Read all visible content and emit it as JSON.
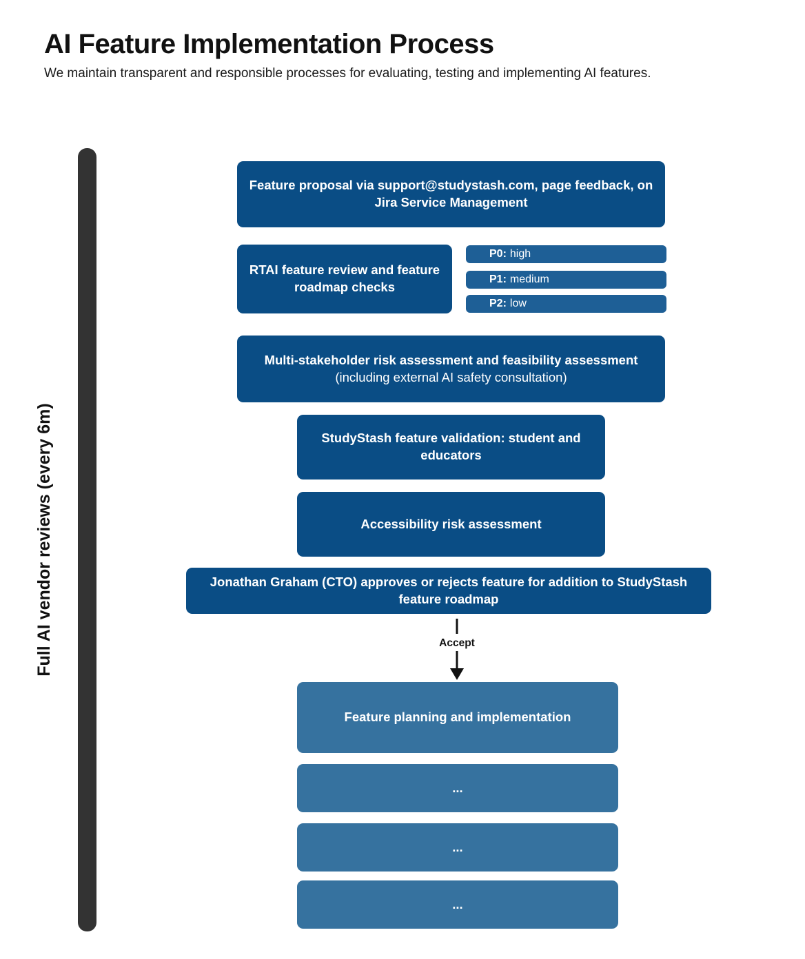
{
  "header": {
    "title": "AI Feature Implementation Process",
    "subtitle": "We maintain transparent and responsible processes for evaluating, testing and implementing AI features."
  },
  "review_bar": {
    "label": "Full AI vendor reviews (every 6m)",
    "color": "#333333"
  },
  "colors": {
    "dark_blue": "#0a4d85",
    "light_blue": "#36729f",
    "badge_blue": "#1e5f96",
    "text_on_box": "#ffffff",
    "page_background": "#ffffff"
  },
  "flow": {
    "steps": [
      {
        "id": "proposal",
        "bold": "Feature proposal via support@studystash.com, page feedback, on Jira Service Management",
        "regular": "",
        "shade": "dark"
      },
      {
        "id": "rtai",
        "bold": "RTAI feature review and feature roadmap checks",
        "regular": "",
        "shade": "dark"
      },
      {
        "id": "risk",
        "bold": "Multi-stakeholder risk assessment and feasibility assessment",
        "regular": " (including external AI safety consultation)",
        "shade": "dark"
      },
      {
        "id": "validation",
        "bold": "StudyStash feature validation: student and educators",
        "regular": "",
        "shade": "dark"
      },
      {
        "id": "a11y",
        "bold": "Accessibility risk assessment",
        "regular": "",
        "shade": "dark"
      },
      {
        "id": "cto",
        "bold": "Jonathan Graham (CTO) approves or rejects feature for addition to StudyStash feature roadmap",
        "regular": "",
        "shade": "dark"
      },
      {
        "id": "planning",
        "bold": "Feature planning and implementation",
        "regular": "",
        "shade": "light"
      },
      {
        "id": "dots-1",
        "bold": "...",
        "regular": "",
        "shade": "light"
      },
      {
        "id": "dots-2",
        "bold": "...",
        "regular": "",
        "shade": "light"
      },
      {
        "id": "dots-3",
        "bold": "...",
        "regular": "",
        "shade": "light"
      }
    ]
  },
  "priorities": [
    {
      "key": "P0:",
      "value": "high"
    },
    {
      "key": "P1:",
      "value": "medium"
    },
    {
      "key": "P2:",
      "value": "low"
    }
  ],
  "connector": {
    "label": "Accept"
  }
}
